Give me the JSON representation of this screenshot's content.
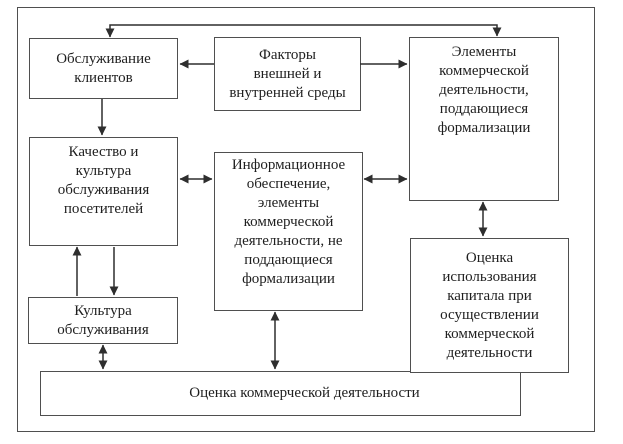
{
  "diagram": {
    "type": "flowchart",
    "language": "ru",
    "colors": {
      "background": "#ffffff",
      "border": "#4f4f4f",
      "line": "#2e2e2e",
      "text": "#1f1f1f"
    },
    "boxes": {
      "customer_service": "Обслуживание\nклиентов",
      "environment_factors": "Факторы\nвнешней и\nвнутренней среды",
      "formalizable_elements": "Элементы\nкоммерческой\nдеятельности,\nподдающиеся\nформализации",
      "service_quality_culture": "Качество и\nкультура\nобслуживания\nпосетителей",
      "information_support": "Информационное\nобеспечение,\nэлементы\nкоммерческой\nдеятельности, не\nподдающиеся\nформализации",
      "service_culture": "Культура\nобслуживания",
      "capital_use_assessment": "Оценка\nиспользования\nкапитала при\nосуществлении\nкоммерческой\nдеятельности",
      "commercial_activity_assessment": "Оценка коммерческой деятельности"
    },
    "connections": [
      {
        "from": "customer_service",
        "to": "formalizable_elements",
        "direction": "two-way",
        "route": "over-top"
      },
      {
        "from": "environment_factors",
        "to": "customer_service",
        "direction": "one-way"
      },
      {
        "from": "environment_factors",
        "to": "formalizable_elements",
        "direction": "one-way"
      },
      {
        "from": "customer_service",
        "to": "service_quality_culture",
        "direction": "one-way"
      },
      {
        "from": "service_quality_culture",
        "to": "information_support",
        "direction": "two-way"
      },
      {
        "from": "information_support",
        "to": "formalizable_elements",
        "direction": "two-way"
      },
      {
        "from": "service_culture",
        "to": "service_quality_culture",
        "direction": "one-way"
      },
      {
        "from": "service_quality_culture",
        "to": "service_culture",
        "direction": "one-way"
      },
      {
        "from": "service_culture",
        "to": "commercial_activity_assessment",
        "direction": "two-way"
      },
      {
        "from": "information_support",
        "to": "commercial_activity_assessment",
        "direction": "two-way"
      },
      {
        "from": "formalizable_elements",
        "to": "capital_use_assessment",
        "direction": "two-way"
      }
    ]
  }
}
